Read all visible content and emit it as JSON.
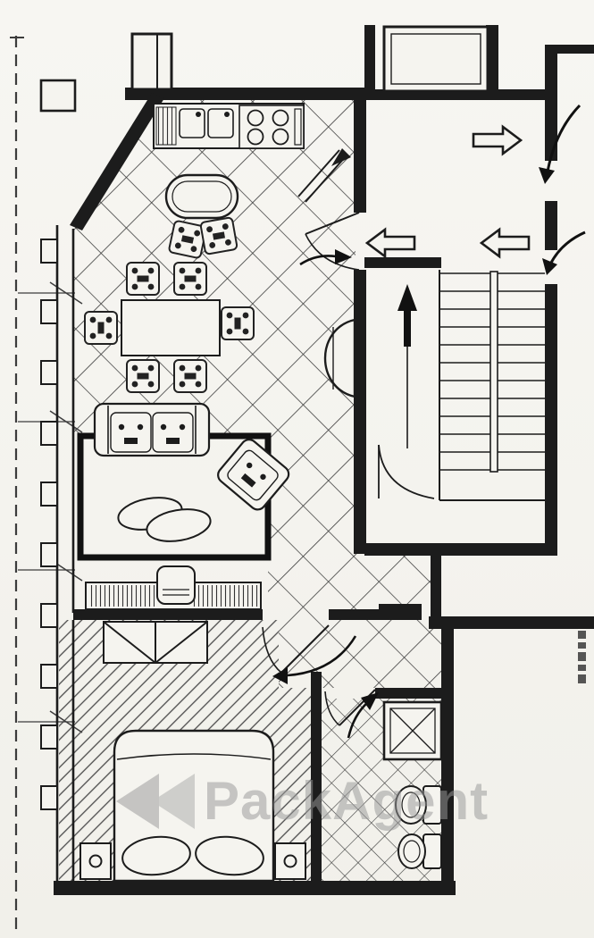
{
  "page": {
    "kind": "scanned-apartment-floor-plan",
    "paper_color": "#f5f4ef",
    "ink_color": "#1c1c1c"
  },
  "watermark": {
    "text": "PackAgent",
    "color": "#9a9a9a",
    "logo": "double-left-triangle"
  },
  "plan": {
    "rooms": [
      {
        "name": "kitchen"
      },
      {
        "name": "dining-living-room"
      },
      {
        "name": "hallway-tiled"
      },
      {
        "name": "bedroom"
      },
      {
        "name": "bathroom"
      },
      {
        "name": "stairwell-landing"
      }
    ],
    "symbols": [
      "kitchen-counter-with-sink-and-stove",
      "kitchen-island",
      "dining-table-with-six-chairs",
      "two-seat-sofa",
      "armchair",
      "oval-rug",
      "sideboard-with-tv",
      "wardrobe",
      "double-bed-with-pillows",
      "nightstands",
      "shower-cabin",
      "toilet",
      "bidet",
      "staircase-with-up-arrow",
      "door-swing-arcs",
      "circulation-arrows",
      "site-boundary-dashed-line"
    ]
  }
}
